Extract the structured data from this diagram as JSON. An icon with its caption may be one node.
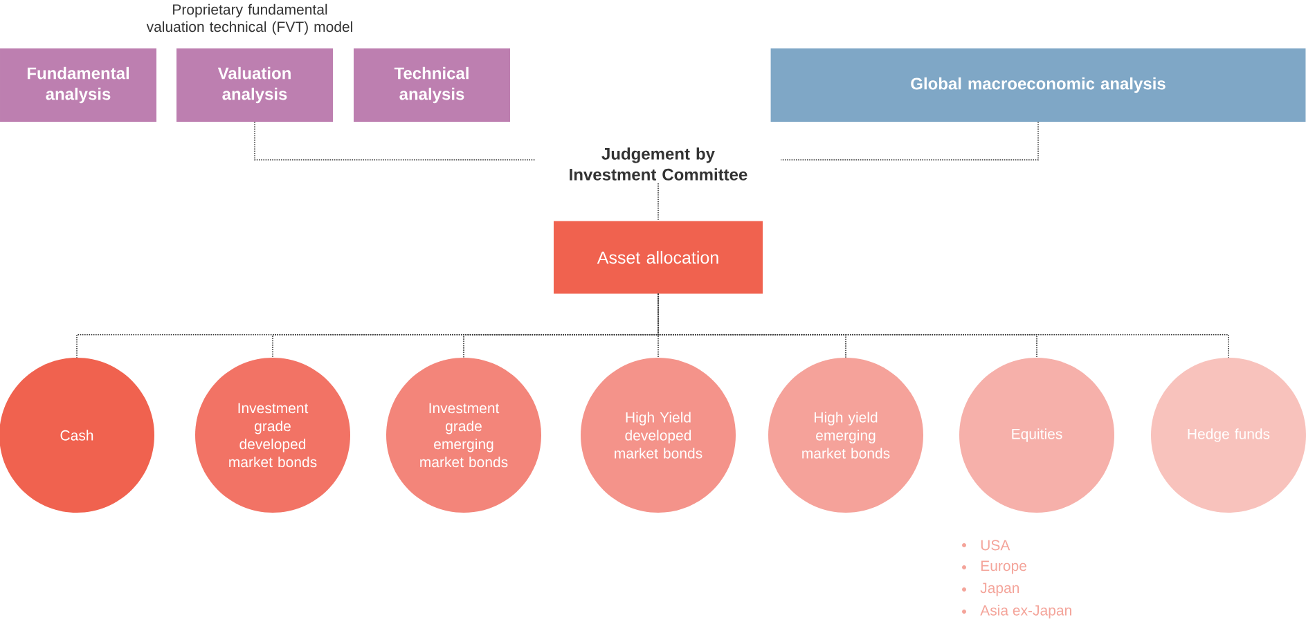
{
  "diagram": {
    "title": "Proprietary fundamental valuation technical (FVT) model",
    "nodes": [
      {
        "text": [
          "Fundamental analysis"
        ]
      },
      {
        "text": [
          "Valuation analysis"
        ]
      },
      {
        "text": [
          "Technical analysis"
        ]
      },
      {
        "text": [
          "Global macroeconomic analysis"
        ]
      },
      {
        "text": [
          "Judgement by Investment Committee"
        ]
      },
      {
        "text": [
          "Asset allocation"
        ]
      },
      {
        "text": [
          "Cash"
        ]
      },
      {
        "text": [
          "Investment grade developed market bonds"
        ]
      },
      {
        "text": [
          "Investment grade emerging market bonds"
        ]
      },
      {
        "text": [
          "High Yield developed market bonds"
        ]
      },
      {
        "text": [
          "High yield emerging market bonds"
        ]
      },
      {
        "text": [
          "Equities"
        ],
        "beside": [
          "USA",
          "Europe",
          "Japan",
          "Asia ex-Japan"
        ]
      },
      {
        "text": [
          "Hedge funds"
        ]
      }
    ],
    "edges": [
      {
        "from": 1,
        "to": 4,
        "arrow": "none"
      },
      {
        "from": 3,
        "to": 4,
        "arrow": "none"
      },
      {
        "from": 4,
        "to": 5,
        "arrow": "none"
      },
      {
        "from": 5,
        "to": 6,
        "arrow": "none"
      },
      {
        "from": 5,
        "to": 7,
        "arrow": "none"
      },
      {
        "from": 5,
        "to": 8,
        "arrow": "none"
      },
      {
        "from": 5,
        "to": 9,
        "arrow": "none"
      },
      {
        "from": 5,
        "to": 10,
        "arrow": "none"
      },
      {
        "from": 5,
        "to": 11,
        "arrow": "none"
      },
      {
        "from": 5,
        "to": 12,
        "arrow": "none"
      }
    ]
  }
}
